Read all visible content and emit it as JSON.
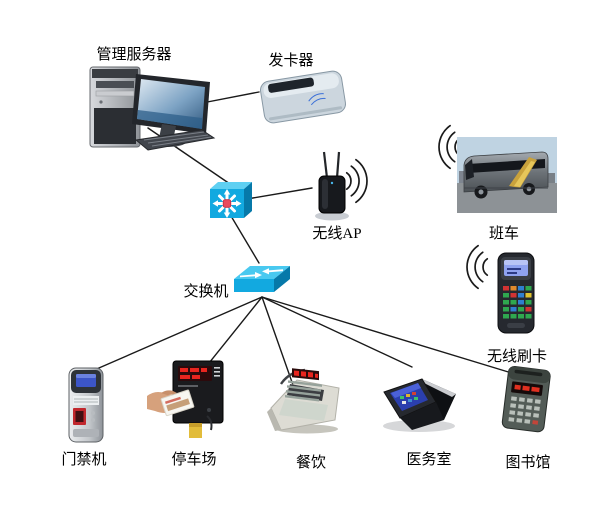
{
  "diagram": {
    "type": "network-topology",
    "background": "#ffffff",
    "nodes": {
      "server": {
        "label": "管理服务器"
      },
      "card_issuer": {
        "label": "发卡器"
      },
      "core_switch": {
        "label": ""
      },
      "wireless_ap": {
        "label": "无线AP"
      },
      "bus": {
        "label": "班车"
      },
      "switch": {
        "label": "交换机"
      },
      "wireless_reader": {
        "label": "无线刷卡"
      },
      "access_control": {
        "label": "门禁机"
      },
      "parking": {
        "label": "停车场"
      },
      "dining": {
        "label": "餐饮"
      },
      "medical": {
        "label": "医务室"
      },
      "library": {
        "label": "图书馆"
      }
    },
    "edges": [
      {
        "from": "server",
        "to": "card_issuer"
      },
      {
        "from": "server",
        "to": "core_switch"
      },
      {
        "from": "core_switch",
        "to": "wireless_ap"
      },
      {
        "from": "core_switch",
        "to": "switch"
      },
      {
        "from": "switch",
        "to": "access_control"
      },
      {
        "from": "switch",
        "to": "parking"
      },
      {
        "from": "switch",
        "to": "dining"
      },
      {
        "from": "switch",
        "to": "medical"
      },
      {
        "from": "switch",
        "to": "library"
      }
    ],
    "wireless_nodes": [
      "wireless_ap",
      "bus",
      "wireless_reader"
    ],
    "colors": {
      "line": "#1a1a1a",
      "cisco_cyan": "#12a9e0",
      "cisco_cyan_dark": "#0679a9",
      "cisco_cyan_light": "#55cdf2",
      "led_red": "#e8251f",
      "label_text": "#000000"
    }
  }
}
